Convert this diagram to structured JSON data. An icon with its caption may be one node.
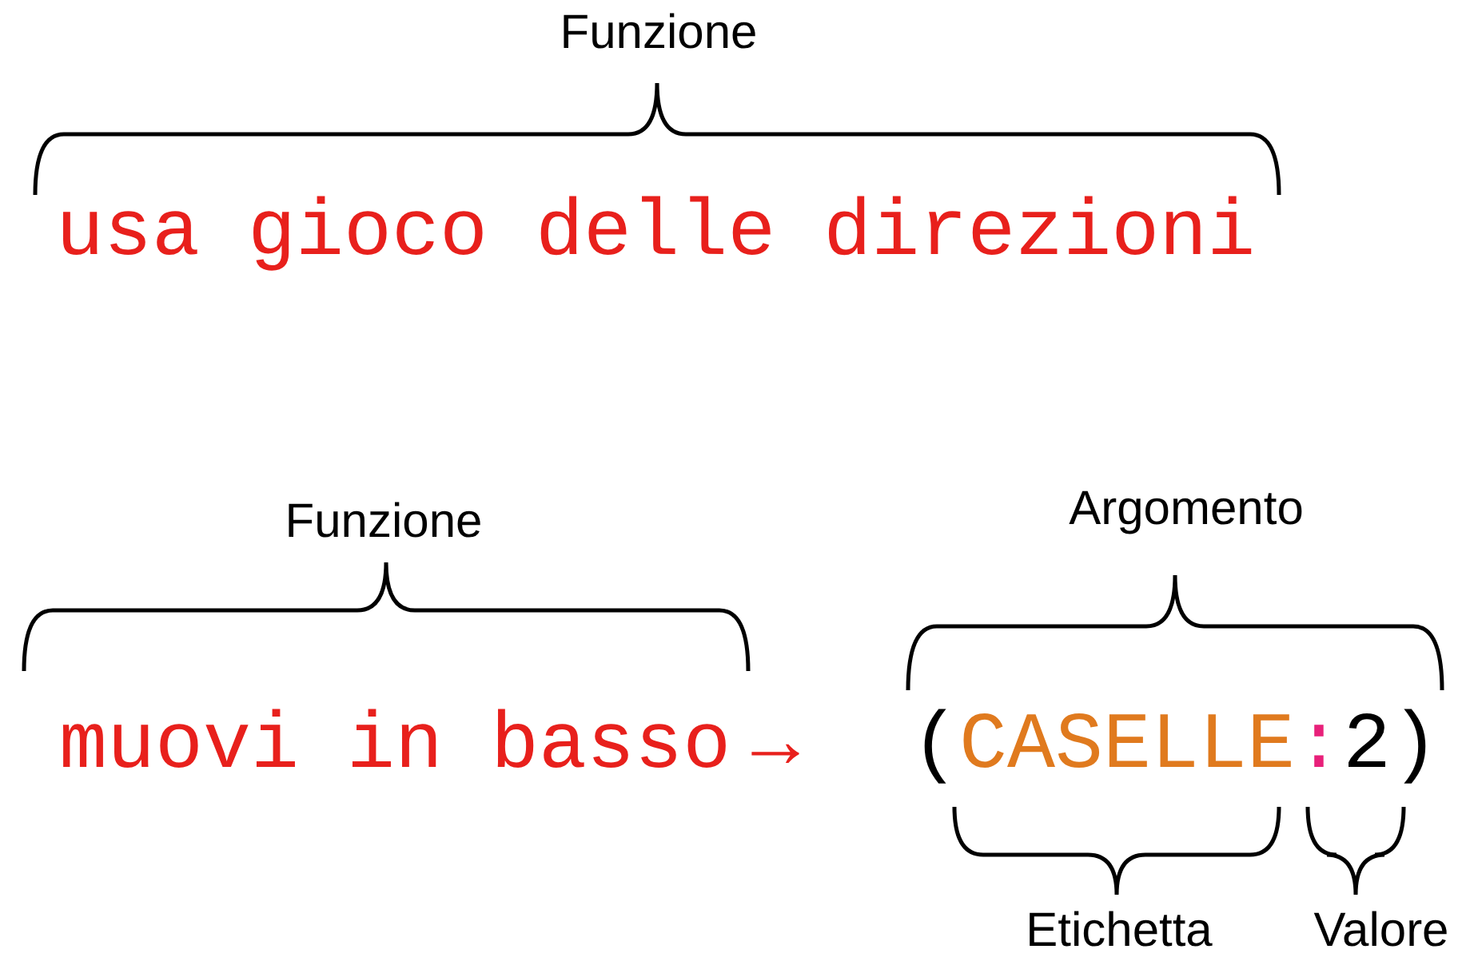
{
  "diagram": {
    "labels": [
      "Funzione",
      "usa gioco delle direzioni",
      "Funzione",
      "Argomento",
      "muovi in basso",
      "→",
      "(",
      "CASELLE",
      ":",
      "2",
      ")",
      "Etichetta",
      "Valore"
    ]
  }
}
